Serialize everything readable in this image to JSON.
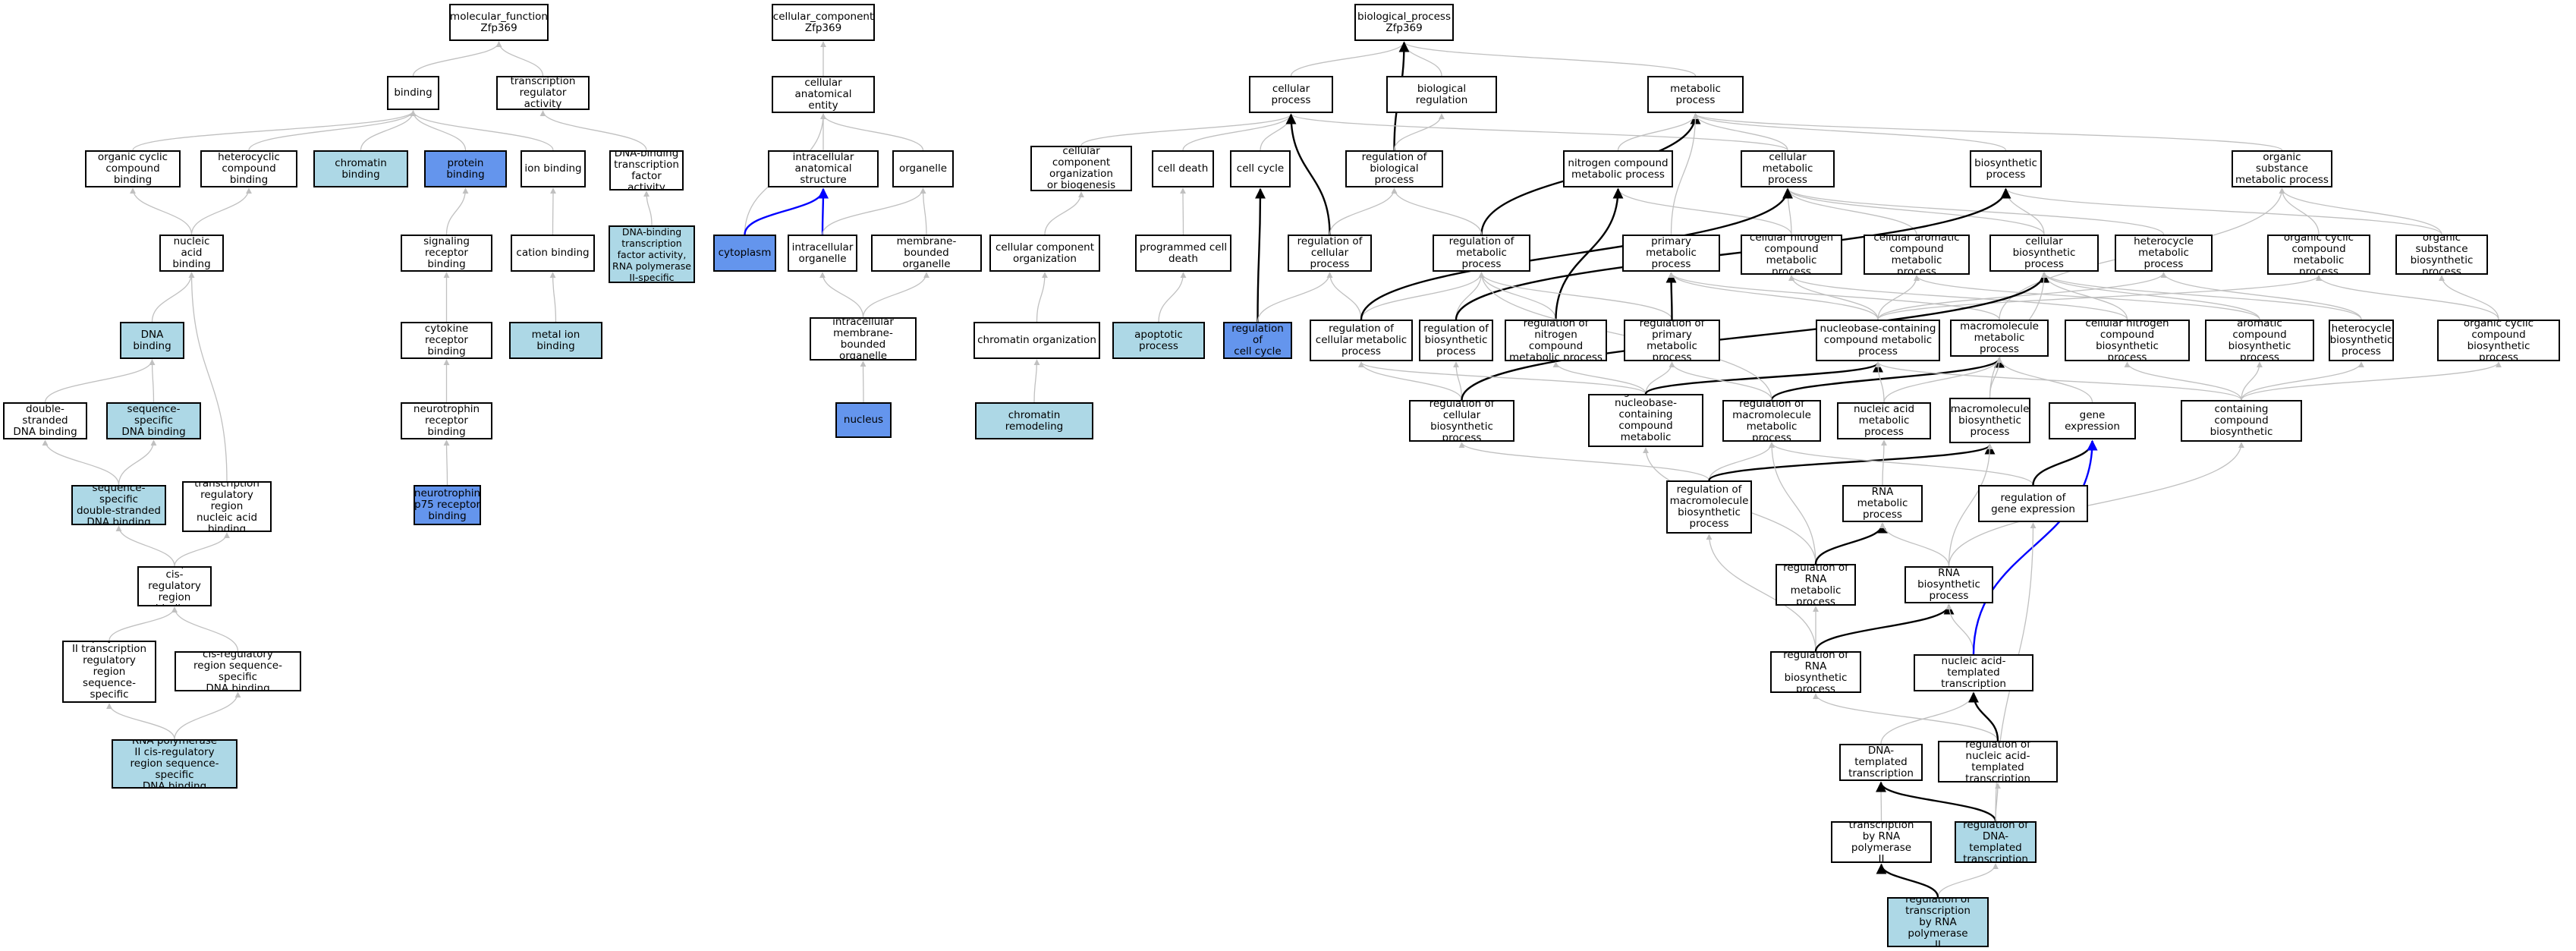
{
  "colors": {
    "light": "#add8e6",
    "blue": "#6495ed",
    "edge": "#c0c0c0",
    "edge_strong": "#000000",
    "edge_blue": "#0000ff"
  },
  "nodes": {
    "mf_root": "molecular_function\nZfp369",
    "binding": "binding",
    "tr_reg_act": "transcription\nregulator activity",
    "org_cyc_bind": "organic cyclic\ncompound binding",
    "het_bind": "heterocyclic\ncompound binding",
    "chrom_bind": "chromatin binding",
    "prot_bind": "protein binding",
    "ion_bind": "ion binding",
    "dbtf_act": "DNA-binding\ntranscription\nfactor activity",
    "nuc_acid_bind": "nucleic acid\nbinding",
    "sig_rec_bind": "signaling receptor\nbinding",
    "cation_bind": "cation binding",
    "dbtf_pol2": "DNA-binding\ntranscription\nfactor activity,\nRNA polymerase\nII-specific",
    "dna_bind": "DNA binding",
    "cyto_rec_bind": "cytokine receptor\nbinding",
    "metal_ion_bind": "metal ion binding",
    "ds_dna_bind": "double-stranded\nDNA binding",
    "ss_dna_bind": "sequence-specific\nDNA binding",
    "ntr_rec_bind": "neurotrophin\nreceptor binding",
    "ss_ds_dna_bind": "sequence-specific\ndouble-stranded\nDNA binding",
    "trr_na_bind": "transcription\nregulatory region\nnucleic acid\nbinding",
    "p75_bind": "neurotrophin\np75 receptor\nbinding",
    "tcr_bind": "transcription\ncis-regulatory\nregion binding",
    "pol2_trr_bind": "RNA polymerase\nII transcription\nregulatory region\nsequence-specific\nDNA binding",
    "cis_reg_bind": "cis-regulatory\nregion sequence-specific\nDNA binding",
    "pol2_cis_bind": "RNA polymerase\nII cis-regulatory\nregion sequence-specific\nDNA binding",
    "cc_root": "cellular_component\nZfp369",
    "cae": "cellular anatomical\nentity",
    "ias": "intracellular\nanatomical structure",
    "organelle": "organelle",
    "cytoplasm": "cytoplasm",
    "ic_org": "intracellular\norganelle",
    "mb_org": "membrane-bounded\norganelle",
    "imbo": "intracellular\nmembrane-bounded\norganelle",
    "nucleus": "nucleus",
    "bp_root": "biological_process\nZfp369",
    "cell_proc": "cellular process",
    "bio_reg": "biological regulation",
    "met_proc": "metabolic process",
    "cco_bio": "cellular component\norganization\nor biogenesis",
    "cell_death": "cell death",
    "cell_cycle": "cell cycle",
    "reg_bp": "regulation of\nbiological process",
    "ncmp": "nitrogen compound\nmetabolic process",
    "cmp": "cellular metabolic\nprocess",
    "bsp": "biosynthetic\nprocess",
    "osmp": "organic substance\nmetabolic process",
    "cco": "cellular component\norganization",
    "pcd": "programmed cell\ndeath",
    "reg_cp": "regulation of\ncellular process",
    "reg_mp": "regulation of\nmetabolic process",
    "pmp": "primary metabolic\nprocess",
    "cncmp": "cellular nitrogen\ncompound metabolic\nprocess",
    "cacmp": "cellular aromatic\ncompound metabolic\nprocess",
    "cbp": "cellular biosynthetic\nprocess",
    "hmp": "heterocycle\nmetabolic process",
    "occmp": "organic cyclic\ncompound metabolic\nprocess",
    "osbp": "organic substance\nbiosynthetic\nprocess",
    "chrom_org": "chromatin organization",
    "apop": "apoptotic process",
    "reg_cc": "regulation of\ncell cycle",
    "reg_cmp": "regulation of\ncellular metabolic\nprocess",
    "reg_bsp": "regulation of\nbiosynthetic\nprocess",
    "reg_ncmp": "regulation of\nnitrogen compound\nmetabolic process",
    "reg_pmp": "regulation of\nprimary metabolic\nprocess",
    "nbcmp": "nucleobase-containing\ncompound metabolic\nprocess",
    "mmp": "macromolecule\nmetabolic process",
    "cncbp": "cellular nitrogen\ncompound biosynthetic\nprocess",
    "acbp": "aromatic compound\nbiosynthetic\nprocess",
    "hbp": "heterocycle\nbiosynthetic\nprocess",
    "occbp": "organic cyclic\ncompound biosynthetic\nprocess",
    "chrom_rem": "chromatin remodeling",
    "reg_cbp": "regulation of\ncellular biosynthetic\nprocess",
    "reg_nbcmp": "regulation of\nnucleobase-containing\ncompound metabolic\nprocess",
    "reg_mmp": "regulation of\nmacromolecule\nmetabolic process",
    "namp": "nucleic acid\nmetabolic process",
    "mbp": "macromolecule\nbiosynthetic\nprocess",
    "gene_exp": "gene expression",
    "nbcbp": "nucleobase-containing\ncompound biosynthetic\nprocess",
    "reg_mbp": "regulation of\nmacromolecule\nbiosynthetic\nprocess",
    "rmp": "RNA metabolic\nprocess",
    "reg_ge": "regulation of\ngene expression",
    "reg_rmp": "regulation of\nRNA metabolic\nprocess",
    "rbp": "RNA biosynthetic\nprocess",
    "reg_rbp": "regulation of\nRNA biosynthetic\nprocess",
    "natt": "nucleic acid-templated\ntranscription",
    "dtt": "DNA-templated\ntranscription",
    "reg_natt": "regulation of\nnucleic acid-templated\ntranscription",
    "t_pol2": "transcription\nby RNA polymerase\nII",
    "reg_dtt": "regulation of\nDNA-templated\ntranscription",
    "reg_t_pol2": "regulation of\ntranscription\nby RNA polymerase\nII"
  }
}
